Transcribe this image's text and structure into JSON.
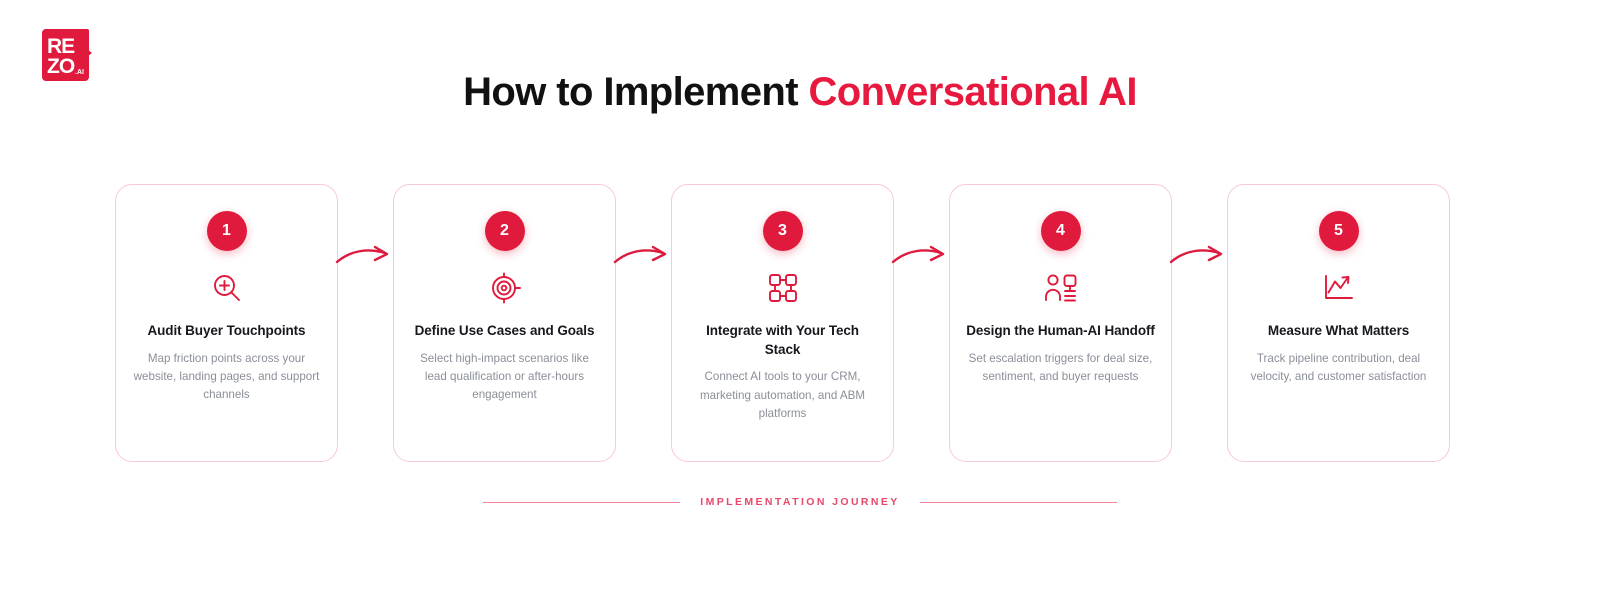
{
  "brand": {
    "logo_line1": "RE",
    "logo_line2": "ZO",
    "logo_suffix": ".AI",
    "logo_icon": "rezo-ai-logo",
    "color": "#E01A3C"
  },
  "header": {
    "title_plain": "How to Implement ",
    "title_accent": "Conversational AI",
    "accent_color": "#E8193F"
  },
  "steps": [
    {
      "number": "1",
      "icon": "magnifier-plus-icon",
      "title": "Audit Buyer Touchpoints",
      "description": "Map friction points across your website, landing pages, and support channels"
    },
    {
      "number": "2",
      "icon": "target-crosshair-icon",
      "title": "Define Use Cases and Goals",
      "description": "Select high-impact scenarios like lead qualification or after-hours engagement"
    },
    {
      "number": "3",
      "icon": "network-nodes-icon",
      "title": "Integrate with Your Tech Stack",
      "description": "Connect AI tools to your CRM, marketing automation, and ABM platforms"
    },
    {
      "number": "4",
      "icon": "human-bot-handoff-icon",
      "title": "Design the Human-AI Handoff",
      "description": "Set escalation triggers for deal size, sentiment, and buyer requests"
    },
    {
      "number": "5",
      "icon": "line-chart-icon",
      "title": "Measure What Matters",
      "description": "Track pipeline contribution, deal velocity, and customer satisfaction"
    }
  ],
  "connectors": [
    {
      "icon": "curved-arrow-right-icon"
    },
    {
      "icon": "curved-arrow-right-icon"
    },
    {
      "icon": "curved-arrow-right-icon"
    },
    {
      "icon": "curved-arrow-right-icon"
    }
  ],
  "footer": {
    "label": "IMPLEMENTATION JOURNEY",
    "line_color": "#F2869C"
  }
}
